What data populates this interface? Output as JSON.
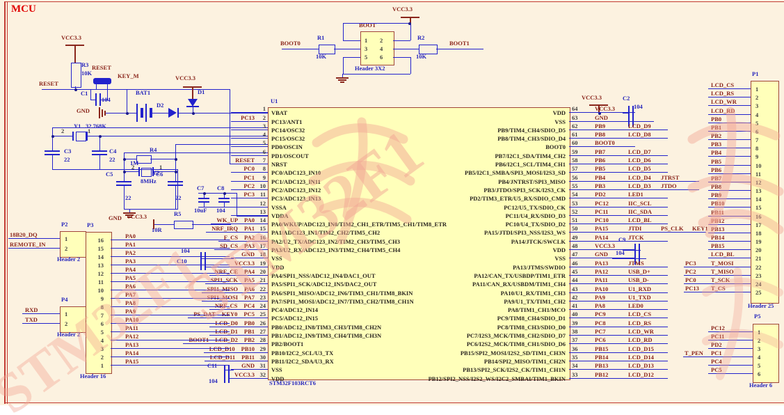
{
  "title": "MCU",
  "ic": {
    "designator": "U1",
    "part": "STM32F103RCT6",
    "left_pins": [
      {
        "n": "1",
        "labels": [],
        "name": "VBAT"
      },
      {
        "n": "2",
        "labels": [
          "PC13"
        ],
        "name": "PC13/ANT1"
      },
      {
        "n": "3",
        "labels": [],
        "name": "PC14/OSC32"
      },
      {
        "n": "4",
        "labels": [],
        "name": "PC15/OSC32"
      },
      {
        "n": "5",
        "labels": [],
        "name": "PD0/OSCIN"
      },
      {
        "n": "6",
        "labels": [],
        "name": "PD1/OSCOUT"
      },
      {
        "n": "7",
        "labels": [
          "RESET"
        ],
        "name": "NRST"
      },
      {
        "n": "8",
        "labels": [
          "PC0"
        ],
        "name": "PC0/ADC123_IN10"
      },
      {
        "n": "9",
        "labels": [
          "PC1"
        ],
        "name": "PC1/ADC123_IN11"
      },
      {
        "n": "10",
        "labels": [
          "PC2"
        ],
        "name": "PC2/ADC123_IN12"
      },
      {
        "n": "11",
        "labels": [
          "PC3"
        ],
        "name": "PC3/ADC123_IN13"
      },
      {
        "n": "12",
        "labels": [],
        "name": "VSSA"
      },
      {
        "n": "13",
        "labels": [],
        "name": "VDDA"
      },
      {
        "n": "14",
        "labels": [
          "WK_UP",
          "PA0"
        ],
        "name": "PA0/WKUP/ADC123_IN0/TIM2_CH1_ETR/TIM5_CH1/TIM8_ETR"
      },
      {
        "n": "15",
        "labels": [
          "NRF_IRQ",
          "PA1"
        ],
        "name": "PA1/ADC123_IN1/TIM2_CH2/TIM5_CH2"
      },
      {
        "n": "16",
        "labels": [
          "F_CS",
          "PA2"
        ],
        "name": "PA2/U2_TX/ADC123_IN2/TIM2_CH3/TIM5_CH3"
      },
      {
        "n": "17",
        "labels": [
          "SD_CS",
          "PA3"
        ],
        "name": "PA3/U2_RX/ADC123_IN3/TIM2_CH4/TIM5_CH4"
      },
      {
        "n": "18",
        "labels": [
          "GND"
        ],
        "name": "VSS"
      },
      {
        "n": "19",
        "labels": [
          "VCC3.3"
        ],
        "name": "VDD"
      },
      {
        "n": "20",
        "labels": [
          "NRF_CE",
          "PA4"
        ],
        "name": "PA4/SPI1_NSS/ADC12_IN4/DAC1_OUT"
      },
      {
        "n": "21",
        "labels": [
          "SPI1_SCK",
          "PA5"
        ],
        "name": "PA5/SPI1_SCK/ADC12_IN5/DAC2_OUT"
      },
      {
        "n": "22",
        "labels": [
          "SPI1_MISO",
          "PA6"
        ],
        "name": "PA6/SPI1_MISO/ADC12_IN6/TIM3_CH1/TIM8_BKIN"
      },
      {
        "n": "23",
        "labels": [
          "SPI1_MOSI",
          "PA7"
        ],
        "name": "PA7/SPI1_MOSI/ADC12_IN7/TIM3_CH2/TIM8_CH1N"
      },
      {
        "n": "24",
        "labels": [
          "NRF_CS",
          "PC4"
        ],
        "name": "PC4/ADC12_IN14"
      },
      {
        "n": "25",
        "labels": [
          "PS_DAT",
          "KEY0",
          "PC5"
        ],
        "name": "PC5/ADC12_IN15"
      },
      {
        "n": "26",
        "labels": [
          "LCD_D0",
          "PB0"
        ],
        "name": "PB0/ADC12_IN8/TIM3_CH3/TIM8_CH2N"
      },
      {
        "n": "27",
        "labels": [
          "LCD_D1",
          "PB1"
        ],
        "name": "PB1/ADC12_IN9/TIM3_CH4/TIM8_CH3N"
      },
      {
        "n": "28",
        "labels": [
          "BOOT1",
          "LCD_D2",
          "PB2"
        ],
        "name": "PB2/BOOT1"
      },
      {
        "n": "29",
        "labels": [
          "LCD_D10",
          "PB10"
        ],
        "name": "PB10/I2C2_SCL/U3_TX"
      },
      {
        "n": "30",
        "labels": [
          "LCD_D11",
          "PB11"
        ],
        "name": "PB11/I2C2_SDA/U3_RX"
      },
      {
        "n": "31",
        "labels": [
          "GND"
        ],
        "name": "VSS"
      },
      {
        "n": "32",
        "labels": [
          "VCC3.3"
        ],
        "name": "VDD"
      }
    ],
    "right_pins": [
      {
        "n": "64",
        "labels": [
          "VCC3.3"
        ],
        "name": "VDD"
      },
      {
        "n": "63",
        "labels": [
          "GND"
        ],
        "name": "VSS"
      },
      {
        "n": "62",
        "labels": [
          "PB9",
          "LCD_D9"
        ],
        "name": "PB9/TIM4_CH4/SDIO_D5"
      },
      {
        "n": "61",
        "labels": [
          "PB8",
          "LCD_D8"
        ],
        "name": "PB8/TIM4_CH3/SDIO_D4"
      },
      {
        "n": "60",
        "labels": [
          "BOOT0"
        ],
        "name": "BOOT0"
      },
      {
        "n": "59",
        "labels": [
          "PB7",
          "LCD_D7"
        ],
        "name": "PB7/I2C1_SDA/TIM4_CH2"
      },
      {
        "n": "58",
        "labels": [
          "PB6",
          "LCD_D6"
        ],
        "name": "PB6/I2C1_SCL/TIM4_CH1"
      },
      {
        "n": "57",
        "labels": [
          "PB5",
          "LCD_D5"
        ],
        "name": "PB5/I2C1_SMBA/SPI3_MOSI/I2S3_SD"
      },
      {
        "n": "56",
        "labels": [
          "PB4",
          "LCD_D4",
          "JTRST"
        ],
        "name": "PB4/JNTRST/SPI3_MISO"
      },
      {
        "n": "55",
        "labels": [
          "PB3",
          "LCD_D3",
          "JTDO"
        ],
        "name": "PB3/JTDO/SPI3_SCK/I2S3_CK"
      },
      {
        "n": "54",
        "labels": [
          "PD2",
          "LED1"
        ],
        "name": "PD2/TIM3_ETR/U5_RX/SDIO_CMD"
      },
      {
        "n": "53",
        "labels": [
          "PC12",
          "IIC_SCL"
        ],
        "name": "PC12/U5_TX/SDIO_CK"
      },
      {
        "n": "52",
        "labels": [
          "PC11",
          "IIC_SDA"
        ],
        "name": "PC11/U4_RX/SDIO_D3"
      },
      {
        "n": "51",
        "labels": [
          "PC10",
          "LCD_BL"
        ],
        "name": "PC10/U4_TX/SDIO_D2"
      },
      {
        "n": "50",
        "labels": [
          "PA15",
          "JTDI",
          "PS_CLK",
          "KEY1"
        ],
        "name": "PA15/JTDI/SPI3_NSS/I2S3_WS"
      },
      {
        "n": "49",
        "labels": [
          "PA14",
          "JTCK"
        ],
        "name": "PA14/JTCK/SWCLK"
      },
      {
        "n": "48",
        "labels": [
          "VCC3.3"
        ],
        "name": "VDD"
      },
      {
        "n": "47",
        "labels": [
          "GND"
        ],
        "name": "VSS"
      },
      {
        "n": "46",
        "labels": [
          "PA13",
          "JTMS"
        ],
        "name": "PA13/JTMS/SWDIO"
      },
      {
        "n": "45",
        "labels": [
          "PA12",
          "USB_D+"
        ],
        "name": "PA12/CAN_TX/USBDP/TIM1_ETR"
      },
      {
        "n": "44",
        "labels": [
          "PA11",
          "USB_D-"
        ],
        "name": "PA11/CAN_RX/USBDM/TIM1_CH4"
      },
      {
        "n": "43",
        "labels": [
          "PA10",
          "U1_RXD"
        ],
        "name": "PA10/U1_RX/TIM1_CH3"
      },
      {
        "n": "42",
        "labels": [
          "PA9",
          "U1_TXD"
        ],
        "name": "PA9/U1_TX/TIM1_CH2"
      },
      {
        "n": "41",
        "labels": [
          "PA8",
          "LED0"
        ],
        "name": "PA8/TIM1_CH1/MCO"
      },
      {
        "n": "40",
        "labels": [
          "PC9",
          "LCD_CS"
        ],
        "name": "PC9/TIM8_CH4/SDIO_D1"
      },
      {
        "n": "39",
        "labels": [
          "PC8",
          "LCD_RS"
        ],
        "name": "PC8/TIM8_CH3/SDIO_D0"
      },
      {
        "n": "38",
        "labels": [
          "PC7",
          "LCD_WR"
        ],
        "name": "PC7/I2S3_MCK/TIM8_CH2/SDIO_D7"
      },
      {
        "n": "37",
        "labels": [
          "PC6",
          "LCD_RD"
        ],
        "name": "PC6/I2S2_MCK/TIM8_CH1/SDIO_D6"
      },
      {
        "n": "36",
        "labels": [
          "PB15",
          "LCD_D15"
        ],
        "name": "PB15/SPI2_MOSI/I2S2_SD/TIM1_CH3N"
      },
      {
        "n": "35",
        "labels": [
          "PB14",
          "LCD_D14"
        ],
        "name": "PB14/SPI2_MISO/TIM1_CH2N"
      },
      {
        "n": "34",
        "labels": [
          "PB13",
          "LCD_D13"
        ],
        "name": "PB13/SPI2_SCK/I2S2_CK/TIM1_CH1N"
      },
      {
        "n": "33",
        "labels": [
          "PB12",
          "LCD_D12"
        ],
        "name": "PB12/SPI2_NSS/I2S2_WS/I2C2_SMBAI/TIM1_BKIN"
      }
    ]
  },
  "headers": {
    "boot": {
      "net_label": "BOOT",
      "name": "Header 3X2",
      "rows": [
        [
          "1",
          "2"
        ],
        [
          "3",
          "4"
        ],
        [
          "5",
          "6"
        ]
      ]
    },
    "p1": {
      "designator": "P1",
      "name": "Header 25",
      "pins": [
        {
          "n": "1",
          "label": "LCD_CS"
        },
        {
          "n": "2",
          "label": "LCD_RS"
        },
        {
          "n": "3",
          "label": "LCD_WR"
        },
        {
          "n": "4",
          "label": "LCD_RD"
        },
        {
          "n": "5",
          "label": "PB0"
        },
        {
          "n": "6",
          "label": "PB1"
        },
        {
          "n": "7",
          "label": "PB2"
        },
        {
          "n": "8",
          "label": "PB3"
        },
        {
          "n": "9",
          "label": "PB4"
        },
        {
          "n": "10",
          "label": "PB5"
        },
        {
          "n": "11",
          "label": "PB6"
        },
        {
          "n": "12",
          "label": "PB7"
        },
        {
          "n": "13",
          "label": "PB8"
        },
        {
          "n": "14",
          "label": "PB9"
        },
        {
          "n": "15",
          "label": "PB10"
        },
        {
          "n": "16",
          "label": "PB11"
        },
        {
          "n": "17",
          "label": "PB12"
        },
        {
          "n": "18",
          "label": "PB13"
        },
        {
          "n": "19",
          "label": "PB14"
        },
        {
          "n": "20",
          "label": "PB15"
        },
        {
          "n": "21",
          "label": "LCD_BL"
        },
        {
          "n": "22",
          "label": "T_MOSI",
          "extra": "PC3"
        },
        {
          "n": "23",
          "label": "T_MISO",
          "extra": "PC2"
        },
        {
          "n": "24",
          "label": "T_SCK",
          "extra": "PC0"
        },
        {
          "n": "25",
          "label": "T_CS",
          "extra": "PC13"
        }
      ]
    },
    "p2": {
      "designator": "P2",
      "name": "Header 2",
      "pins": [
        {
          "n": "1",
          "label": "18B20_DQ"
        },
        {
          "n": "2",
          "label": "REMOTE_IN"
        }
      ]
    },
    "p3": {
      "designator": "P3",
      "name": "Header 16",
      "pins": [
        {
          "n": "16",
          "label": "PA0"
        },
        {
          "n": "15",
          "label": "PA1"
        },
        {
          "n": "14",
          "label": "PA2"
        },
        {
          "n": "13",
          "label": "PA3"
        },
        {
          "n": "12",
          "label": "PA4"
        },
        {
          "n": "11",
          "label": "PA5"
        },
        {
          "n": "10",
          "label": "PA6"
        },
        {
          "n": "9",
          "label": "PA7"
        },
        {
          "n": "8",
          "label": "PA8"
        },
        {
          "n": "7",
          "label": "PA9"
        },
        {
          "n": "6",
          "label": "PA10"
        },
        {
          "n": "5",
          "label": "PA11"
        },
        {
          "n": "4",
          "label": "PA12"
        },
        {
          "n": "3",
          "label": "PA13"
        },
        {
          "n": "2",
          "label": "PA14"
        },
        {
          "n": "1",
          "label": "PA15"
        }
      ]
    },
    "p4": {
      "designator": "P4",
      "name": "Header 2",
      "pins": [
        {
          "n": "1",
          "label": "RXD"
        },
        {
          "n": "2",
          "label": "TXD"
        }
      ]
    },
    "p5": {
      "designator": "P5",
      "name": "Header 6",
      "pins": [
        {
          "n": "1",
          "label": "PC12"
        },
        {
          "n": "2",
          "label": "PC11"
        },
        {
          "n": "3",
          "label": "PD2"
        },
        {
          "n": "4",
          "label": "PC1",
          "extra": "T_PEN"
        },
        {
          "n": "5",
          "label": "PC4"
        },
        {
          "n": "6",
          "label": "PC5"
        }
      ]
    }
  },
  "components": {
    "r1": {
      "ref": "R1",
      "value": "10K"
    },
    "r2": {
      "ref": "R2",
      "value": "10K"
    },
    "r3": {
      "ref": "R3",
      "value": "10K"
    },
    "r4": {
      "ref": "R4",
      "value": "1M"
    },
    "r5": {
      "ref": "R5",
      "value": "10R"
    },
    "c1": {
      "ref": "C1",
      "value": "104"
    },
    "c2": {
      "ref": "C2",
      "value": "104"
    },
    "c3": {
      "ref": "C3",
      "value": "22"
    },
    "c4": {
      "ref": "C4",
      "value": "22"
    },
    "c5": {
      "ref": "C5",
      "value": "22"
    },
    "c6": {
      "ref": "C6",
      "value": "22"
    },
    "c7": {
      "ref": "C7",
      "value": "10uF"
    },
    "c8": {
      "ref": "C8",
      "value": "104"
    },
    "c9": {
      "ref": "C9",
      "value": "104"
    },
    "c10": {
      "ref": "C10",
      "value": "104"
    },
    "c11": {
      "ref": "C11",
      "value": "104"
    },
    "bat1": {
      "ref": "BAT1"
    },
    "d1": {
      "ref": "D1"
    },
    "d2": {
      "ref": "D2"
    },
    "y1": {
      "ref": "Y1",
      "value": "32.768K",
      "pin1": "1",
      "pin2": "2"
    },
    "y2": {
      "ref": "Y2",
      "value": "8MHz",
      "pin1": "1",
      "pin2": "2"
    },
    "key_m": {
      "ref": "KEY_M",
      "label": "RESET"
    }
  },
  "power": {
    "vcc": "VCC3.3",
    "gnd": "GND"
  },
  "nets": {
    "reset": "RESET",
    "boot0": "BOOT0",
    "boot1": "BOOT1"
  },
  "watermark": {
    "text": "STM32F1"
  },
  "colors": {
    "wire": "#2222cc",
    "net_label": "#8a261c",
    "designator": "#2424bb",
    "fill": "#ffffba",
    "outline": "#a0453a",
    "title": "#e00000",
    "background": "#fcf2e0"
  }
}
